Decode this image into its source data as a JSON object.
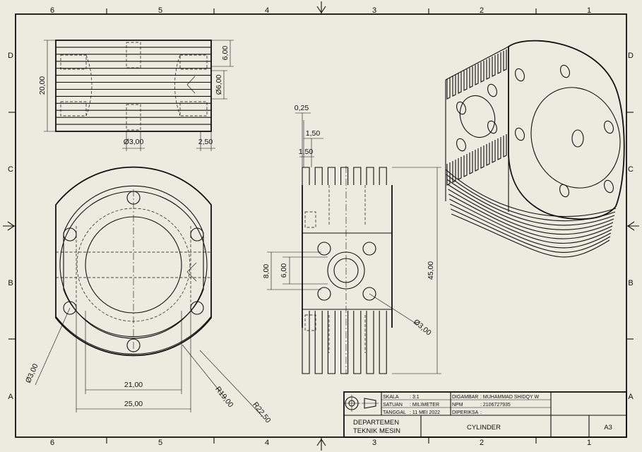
{
  "border": {
    "columns": [
      "6",
      "5",
      "4",
      "3",
      "2",
      "1"
    ],
    "rows": [
      "D",
      "C",
      "B",
      "A"
    ]
  },
  "views": {
    "top_view": {
      "dims": {
        "height": "20,00",
        "fin_pitch": "6,00",
        "hole_dia": "Ø6,00",
        "bottom_dia": "Ø3,00",
        "bottom_gap": "2,50"
      }
    },
    "front_view": {
      "dims": {
        "hole_dia": "Ø3,00",
        "inner_width": "21,00",
        "outer_width": "25,00",
        "radius_inner": "R19,00",
        "radius_outer": "R22,50"
      }
    },
    "side_view": {
      "dims": {
        "thin": "0,25",
        "fin_a": "1,50",
        "fin_b": "1,50",
        "span8": "8,00",
        "span6": "6,00",
        "total_height": "45,00",
        "hole_dia": "Ø3,00"
      }
    }
  },
  "title_block": {
    "skala_label": "SKALA",
    "skala_value": ": 3:1",
    "satuan_label": "SATUAN",
    "satuan_value": ": MILIMETER",
    "tanggal_label": "TANGGAL",
    "tanggal_value": ": 11 MEI 2022",
    "digambar_label": "DIGAMBAR",
    "digambar_value": ": MUHAMMAD SHIDQY W",
    "npm_label": "NPM",
    "npm_value": ": 2106727935",
    "diperiksa_label": "DIPERIKSA",
    "diperiksa_value": ":",
    "dept_line1": "DEPARTEMEN",
    "dept_line2": "TEKNIK MESIN",
    "drawing_title": "CYLINDER",
    "sheet_size": "A3"
  }
}
